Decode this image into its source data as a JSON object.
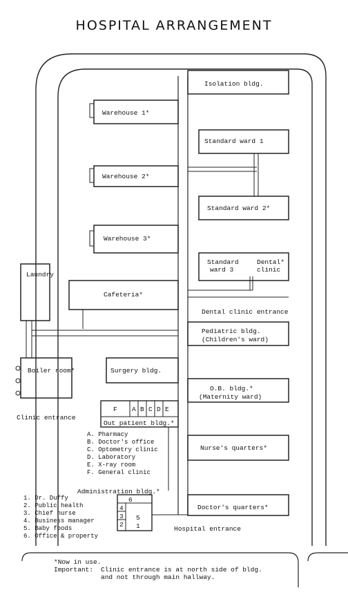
{
  "title": "HOSPITAL ARRANGEMENT",
  "buildings": {
    "isolation": "Isolation bldg.",
    "warehouse1": "Warehouse   1*",
    "warehouse2": "Warehouse  2*",
    "warehouse3": "Warehouse  3*",
    "standard_ward_1": "Standard ward  1",
    "standard_ward_2": "Standard ward  2*",
    "standard_ward_3_a": "Standard",
    "standard_ward_3_b": "ward 3",
    "dental_clinic_a": "Dental*",
    "dental_clinic_b": "clinic",
    "laundry": "Laundry",
    "cafeteria": "Cafeteria*",
    "dental_clinic_entrance": "Dental clinic entrance",
    "pediatric_a": "Pediatric bldg.",
    "pediatric_b": "(Children's ward)",
    "boiler_room": "Boiler room*",
    "surgery": "Surgery bldg.",
    "ob_a": "O.B. bldg.*",
    "ob_b": "(Maternity ward)",
    "clinic_entrance": "Clinic entrance",
    "outpatient": "Out patient bldg.*",
    "nurses_quarters": "Nurse's quarters*",
    "administration": "Administration bldg.*",
    "doctors_quarters": "Doctor's quarters*",
    "hospital_entrance": "Hospital entrance"
  },
  "outpatient_sections": [
    "F",
    "A",
    "B",
    "C",
    "D",
    "E"
  ],
  "outpatient_legend": [
    "A. Pharmacy",
    "B. Doctor's office",
    "C. Optometry clinic",
    "D. Laboratory",
    "E. X-ray room",
    "F. General clinic"
  ],
  "admin_sections": [
    "6",
    "4",
    "3",
    "2",
    "5",
    "1"
  ],
  "admin_legend": [
    "1. Dr. Duffy",
    "2. Public health",
    "3. Chief nurse",
    "4. Business manager",
    "5. Baby foods",
    "6. Office & property"
  ],
  "notes": {
    "now_in_use": "*Now in use.",
    "important_label": "Important:",
    "important_line1": "Clinic entrance is at north side of bldg.",
    "important_line2": "and not through main hallway."
  }
}
